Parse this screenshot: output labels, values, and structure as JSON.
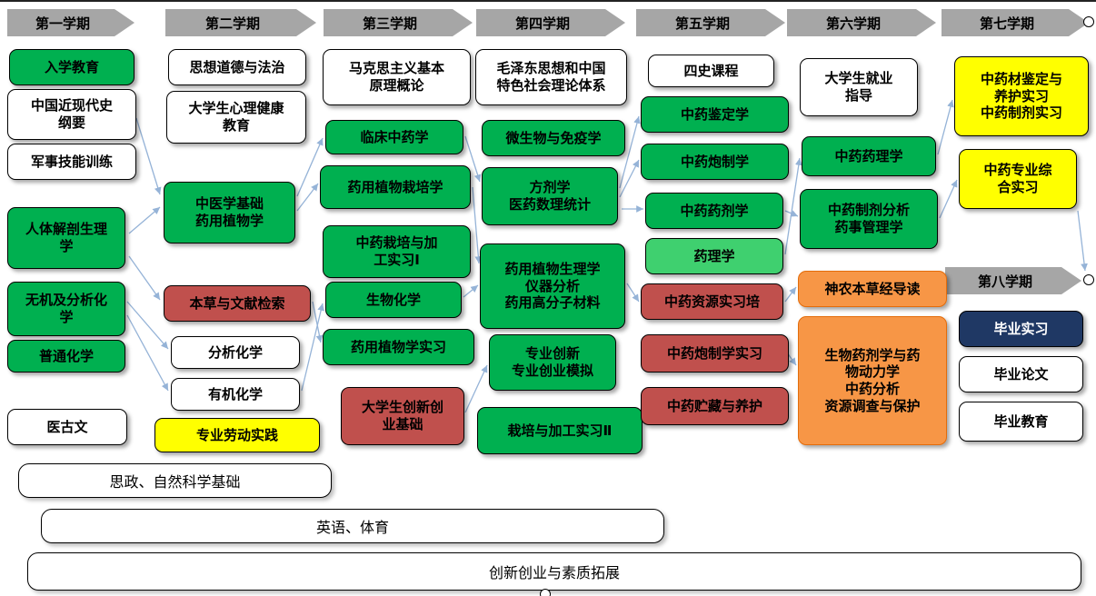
{
  "colors": {
    "core_green": "#00b050",
    "light_green": "#3fd06f",
    "practice_red": "#c0504d",
    "lab_yellow": "#ffff00",
    "elective_orange": "#f79646",
    "graduation_navy": "#1f3864",
    "header_gray": "#a6a6a6",
    "connector_blue": "#95b3d7"
  },
  "semesters": [
    {
      "header": "第一学期",
      "courses": [
        {
          "label": "入学教育",
          "type": "green"
        },
        {
          "label": "中国近现代史\n纲要",
          "type": "white"
        },
        {
          "label": "军事技能训练",
          "type": "white"
        },
        {
          "label": "人体解剖生理\n学",
          "type": "green"
        },
        {
          "label": "无机及分析化\n学",
          "type": "green"
        },
        {
          "label": "普通化学",
          "type": "green"
        },
        {
          "label": "医古文",
          "type": "white"
        }
      ]
    },
    {
      "header": "第二学期",
      "courses": [
        {
          "label": "思想道德与法治",
          "type": "white"
        },
        {
          "label": "大学生心理健康\n教育",
          "type": "white"
        },
        {
          "label": "中医学基础\n药用植物学",
          "type": "green"
        },
        {
          "label": "本草与文献检索",
          "type": "red"
        },
        {
          "label": "分析化学",
          "type": "white"
        },
        {
          "label": "有机化学",
          "type": "white"
        },
        {
          "label": "专业劳动实践",
          "type": "yellow"
        }
      ]
    },
    {
      "header": "第三学期",
      "courses": [
        {
          "label": "马克思主义基本\n原理概论",
          "type": "white"
        },
        {
          "label": "临床中药学",
          "type": "green"
        },
        {
          "label": "药用植物栽培学",
          "type": "green"
        },
        {
          "label": "中药栽培与加\n工实习Ⅰ",
          "type": "green"
        },
        {
          "label": "生物化学",
          "type": "green"
        },
        {
          "label": "药用植物学实习",
          "type": "green"
        },
        {
          "label": "大学生创新创\n业基础",
          "type": "red"
        }
      ]
    },
    {
      "header": "第四学期",
      "courses": [
        {
          "label": "毛泽东思想和中国\n特色社会理论体系",
          "type": "white"
        },
        {
          "label": "微生物与免疫学",
          "type": "green"
        },
        {
          "label": "方剂学\n医药数理统计",
          "type": "green"
        },
        {
          "label": "药用植物生理学\n仪器分析\n药用高分子材料",
          "type": "green"
        },
        {
          "label": "专业创新\n专业创业模拟",
          "type": "green"
        },
        {
          "label": "栽培与加工实习Ⅱ",
          "type": "green"
        }
      ]
    },
    {
      "header": "第五学期",
      "courses": [
        {
          "label": "四史课程",
          "type": "white"
        },
        {
          "label": "中药鉴定学",
          "type": "green"
        },
        {
          "label": "中药炮制学",
          "type": "green"
        },
        {
          "label": "中药药剂学",
          "type": "green"
        },
        {
          "label": "药理学",
          "type": "lgreen"
        },
        {
          "label": "中药资源实习培",
          "type": "red"
        },
        {
          "label": "中药炮制学实习",
          "type": "red"
        },
        {
          "label": "中药贮藏与养护",
          "type": "red"
        }
      ]
    },
    {
      "header": "第六学期",
      "courses": [
        {
          "label": "大学生就业\n指导",
          "type": "white"
        },
        {
          "label": "中药药理学",
          "type": "green"
        },
        {
          "label": "中药制剂分析\n药事管理学",
          "type": "green"
        },
        {
          "label": "神农本草经导读",
          "type": "orange"
        },
        {
          "label": "生物药剂学与药\n物动力学\n中药分析\n资源调查与保护",
          "type": "orange"
        }
      ]
    },
    {
      "header": "第七学期",
      "courses": [
        {
          "label": "中药材鉴定与\n养护实习\n中药制剂实习",
          "type": "yellow"
        },
        {
          "label": "中药专业综\n合实习",
          "type": "yellow"
        }
      ]
    },
    {
      "header": "第八学期",
      "courses": [
        {
          "label": "毕业实习",
          "type": "navy"
        },
        {
          "label": "毕业论文",
          "type": "white"
        },
        {
          "label": "毕业教育",
          "type": "white"
        }
      ]
    }
  ],
  "bottom_bars": [
    {
      "label": "思政、自然科学基础"
    },
    {
      "label": "英语、体育"
    },
    {
      "label": "创新创业与素质拓展"
    }
  ]
}
